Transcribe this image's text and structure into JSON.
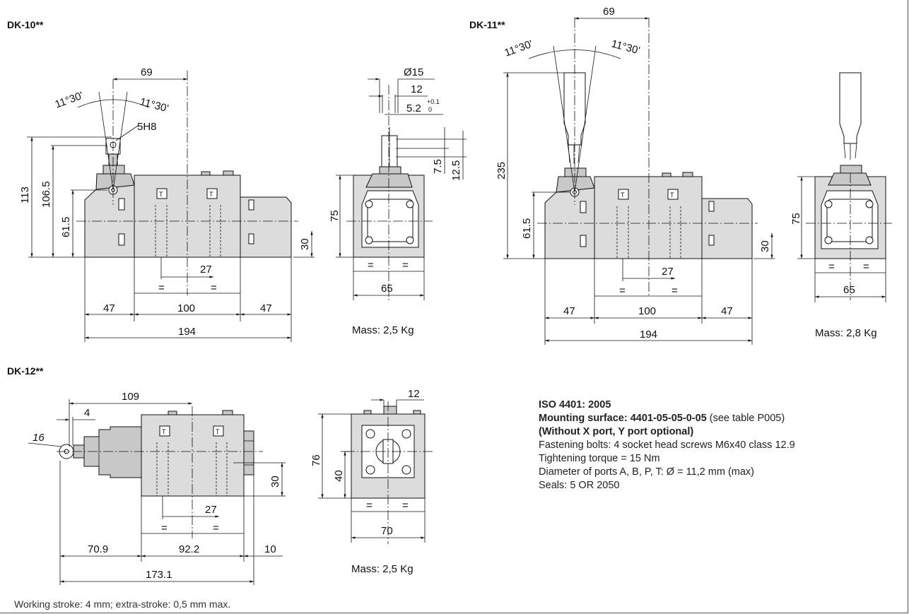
{
  "drawings": {
    "dk10": {
      "title": "DK-10**",
      "dims": {
        "lever_offset": "69",
        "angle_left": "11°30'",
        "angle_right": "11°30'",
        "pin": "5H8",
        "h_total": "113",
        "h_pivot": "106.5",
        "h_axis": "61.5",
        "h_port": "30",
        "port_spacing": "27",
        "eq1": "=",
        "eq2": "=",
        "left": "47",
        "center": "100",
        "right": "47",
        "overall": "194"
      },
      "side_dims": {
        "diameter": "Ø15",
        "w12": "12",
        "w5_2": "5.2",
        "tol_upper": "+0.1",
        "tol_lower": "0",
        "h7_5": "7.5",
        "h12_5": "12.5",
        "height": "75",
        "eq1": "=",
        "eq2": "=",
        "width": "65"
      },
      "mass": "Mass: 2,5 Kg"
    },
    "dk11": {
      "title": "DK-11**",
      "dims": {
        "lever_offset": "69",
        "angle_left": "11°30'",
        "angle_right": "11°30'",
        "h_total": "235",
        "h_axis": "61.5",
        "h_port": "30",
        "port_spacing": "27",
        "eq1": "=",
        "eq2": "=",
        "left": "47",
        "center": "100",
        "right": "47",
        "overall": "194"
      },
      "side_dims": {
        "height": "75",
        "eq1": "=",
        "eq2": "=",
        "width": "65"
      },
      "mass": "Mass: 2,8 Kg"
    },
    "dk12": {
      "title": "DK-12**",
      "dims": {
        "length_109": "109",
        "stroke_4": "4",
        "ball": "16",
        "h_port": "30",
        "port_spacing": "27",
        "eq1": "=",
        "eq2": "=",
        "left": "70.9",
        "center": "92.2",
        "right": "10",
        "overall": "173.1"
      },
      "side_dims": {
        "w12": "12",
        "height": "76",
        "h40": "40",
        "eq1": "=",
        "eq2": "=",
        "width": "70"
      },
      "mass": "Mass: 2,5 Kg"
    }
  },
  "port_letter": "T",
  "notes": {
    "iso": "ISO 4401: 2005",
    "mounting_label": "Mounting surface: 4401-05-05-0-05",
    "mounting_ref": " (see table P005)",
    "ports": "(Without X port, Y port optional)",
    "bolts": "Fastening bolts: 4 socket head screws M6x40 class 12.9",
    "torque": "Tightening torque = 15 Nm",
    "diameter": "Diameter of ports A, B, P, T: Ø = 11,2 mm (max)",
    "seals": "Seals: 5 OR 2050"
  },
  "footer": "Working stroke: 4 mm; extra-stroke: 0,5 mm max."
}
